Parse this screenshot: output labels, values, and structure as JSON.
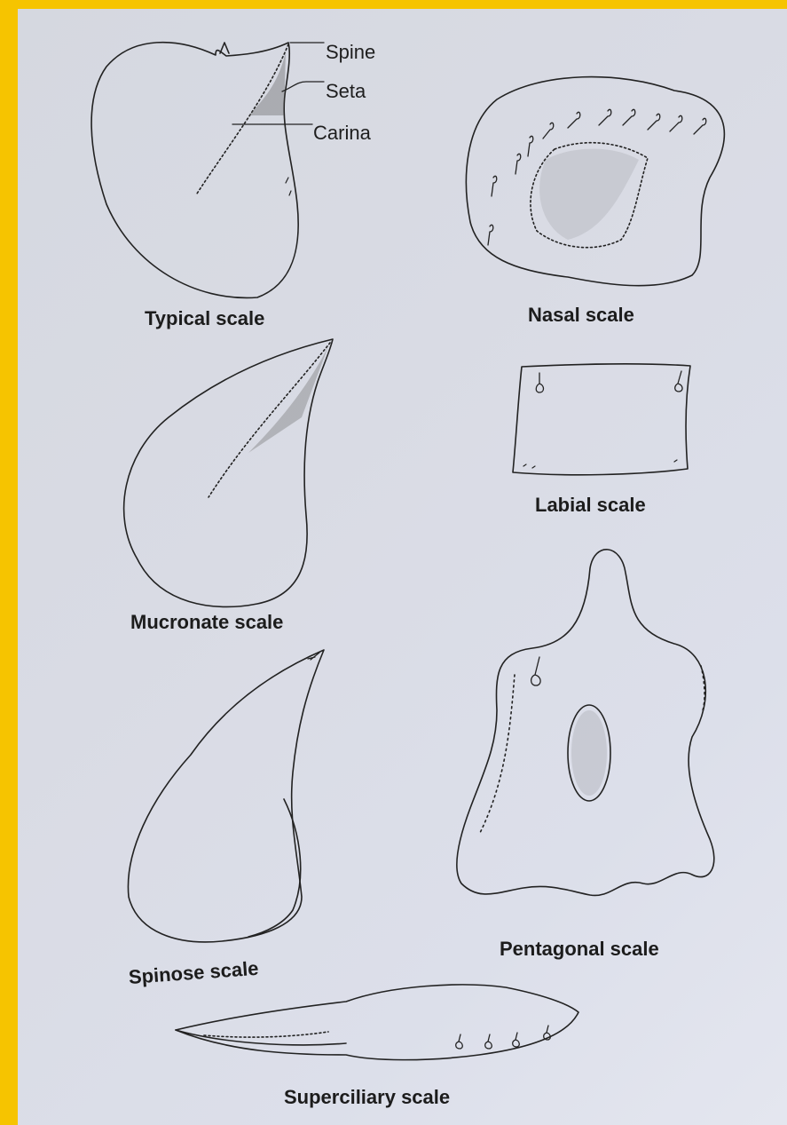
{
  "captions": {
    "typical": "Typical scale",
    "nasal": "Nasal scale",
    "labial": "Labial scale",
    "mucronate": "Mucronate scale",
    "pentagonal": "Pentagonal scale",
    "spinose": "Spinose scale",
    "superciliary": "Superciliary scale"
  },
  "callouts": {
    "spine": "Spine",
    "seta": "Seta",
    "carina": "Carina"
  },
  "colors": {
    "frame": "#f6c400",
    "paper": "#d9dbe4",
    "ink": "#1c1c1c"
  }
}
